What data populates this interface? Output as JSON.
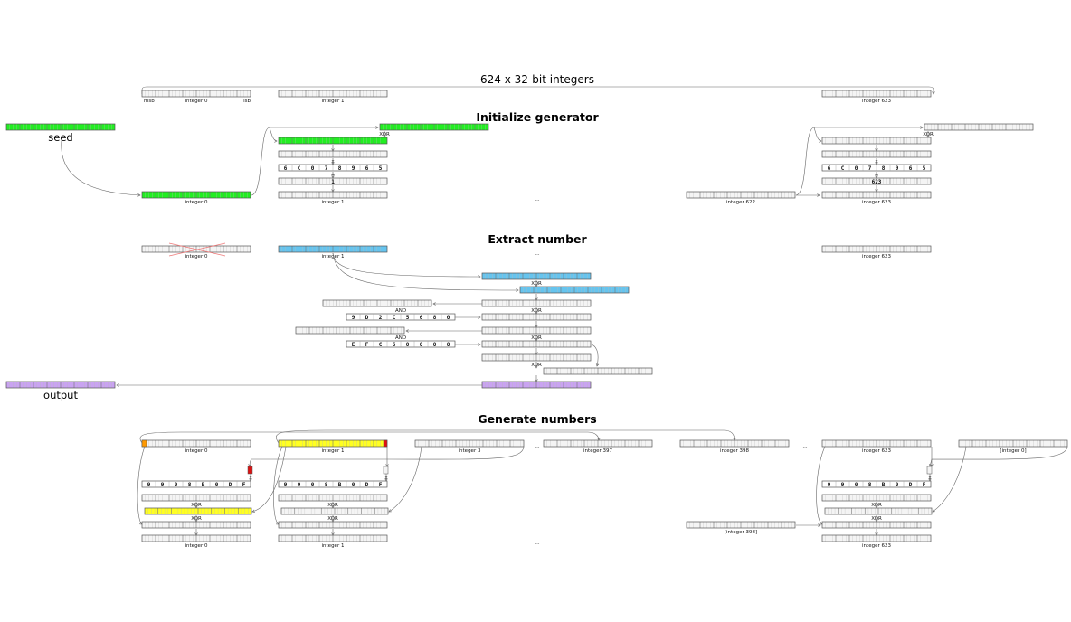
{
  "title": "624 x 32-bit integers",
  "state": {
    "msb": "msb",
    "lsb": "lsb",
    "labels": [
      "integer 0",
      "integer 1",
      "...",
      "integer 623"
    ]
  },
  "sections": {
    "initialize": {
      "title": "Initialize generator",
      "seed_label": "seed",
      "xor": "XOR",
      "times": "x",
      "plus": "+",
      "constant_hex": [
        "6",
        "C",
        "0",
        "7",
        "8",
        "9",
        "6",
        "5"
      ],
      "increment_first": "1",
      "increment_last": "623",
      "labels": [
        "integer 0",
        "integer 1",
        "...",
        "integer 622",
        "integer 623"
      ]
    },
    "extract": {
      "title": "Extract number",
      "labels": [
        "integer 0",
        "integer 1",
        "...",
        "integer 623"
      ],
      "xor": "XOR",
      "and": "AND",
      "mask1_hex": [
        "9",
        "D",
        "2",
        "C",
        "5",
        "6",
        "8",
        "0"
      ],
      "mask2_hex": [
        "E",
        "F",
        "C",
        "6",
        "0",
        "0",
        "0",
        "0"
      ],
      "output_label": "output"
    },
    "generate": {
      "title": "Generate numbers",
      "labels_top": [
        "integer 0",
        "integer 1",
        "integer 3",
        "...",
        "integer 397",
        "integer 398",
        "...",
        "integer 623",
        "[integer 0]"
      ],
      "times": "x",
      "xor": "XOR",
      "matrix_hex": [
        "9",
        "9",
        "0",
        "8",
        "B",
        "0",
        "D",
        "F"
      ],
      "labels_bottom": [
        "integer 0",
        "integer 1",
        "...",
        "[integer 398]",
        "integer 623"
      ]
    }
  },
  "colors": {
    "seed_green": "#22ee22",
    "extract_blue": "#66c4ee",
    "output_purple": "#c9a3f1",
    "highlight_yellow": "#ffff22",
    "msb_orange": "#ff9900",
    "bit_red": "#dd1111",
    "cross_red": "#ee7777",
    "register_fill": "#f4f4f4"
  }
}
